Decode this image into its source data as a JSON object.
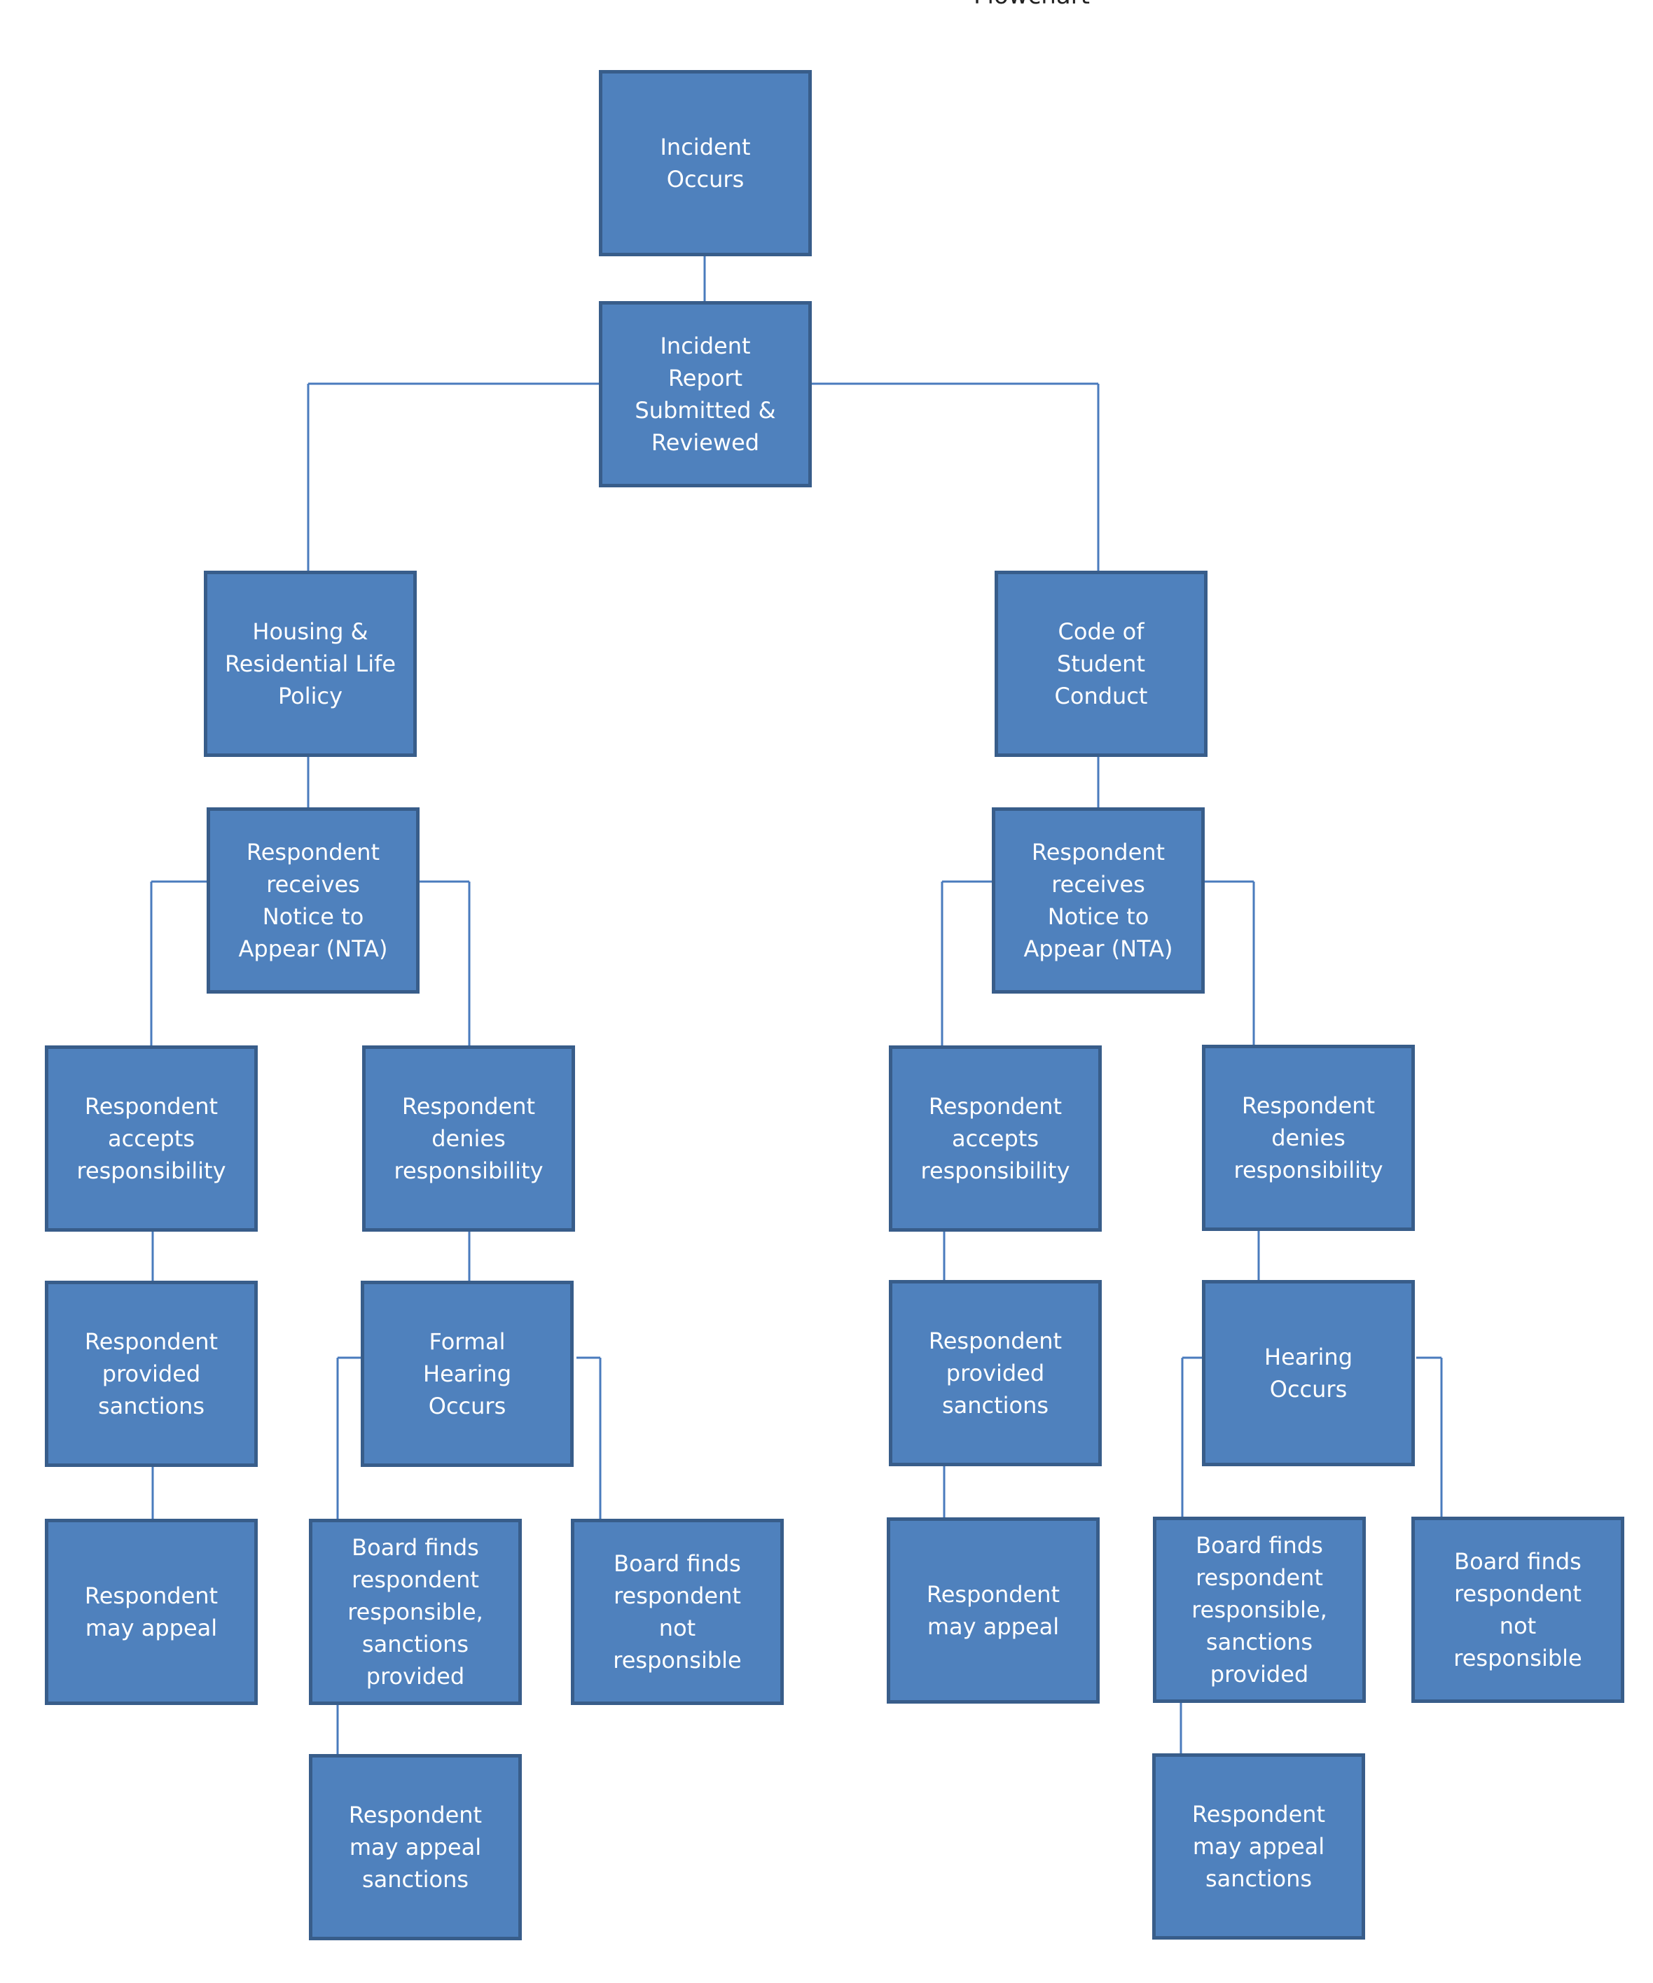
{
  "heading": "Flowchart",
  "boxes": {
    "incident_occurs": "Incident\nOccurs",
    "incident_report": "Incident\nReport\nSubmitted &\nReviewed",
    "housing_policy": "Housing &\nResidential Life\nPolicy",
    "code_of_conduct": "Code of\nStudent\nConduct",
    "left_nta": "Respondent\nreceives\nNotice to\nAppear (NTA)",
    "right_nta": "Respondent\nreceives\nNotice to\nAppear (NTA)",
    "left_accepts": "Respondent\naccepts\nresponsibility",
    "left_denies": "Respondent\ndenies\nresponsibility",
    "right_accepts": "Respondent\naccepts\nresponsibility",
    "right_denies": "Respondent\ndenies\nresponsibility",
    "left_sanctions": "Respondent\nprovided\nsanctions",
    "formal_hearing": "Formal\nHearing\nOccurs",
    "right_sanctions": "Respondent\nprovided\nsanctions",
    "hearing_occurs": "Hearing\nOccurs",
    "left_may_appeal": "Respondent\nmay appeal",
    "left_board_responsible": "Board finds\nrespondent\nresponsible,\nsanctions\nprovided",
    "left_board_not_responsible": "Board finds\nrespondent\nnot\nresponsible",
    "right_may_appeal": "Respondent\nmay appeal",
    "right_board_responsible": "Board finds\nrespondent\nresponsible,\nsanctions\nprovided",
    "right_board_not_responsible": "Board finds\nrespondent\nnot\nresponsible",
    "left_appeal_sanctions": "Respondent\nmay appeal\nsanctions",
    "right_appeal_sanctions": "Respondent\nmay appeal\nsanctions"
  },
  "colors": {
    "box_fill": "#4f81bd",
    "box_border": "#385d8a",
    "connector": "#4a7bbd",
    "box_text": "#ffffff"
  }
}
